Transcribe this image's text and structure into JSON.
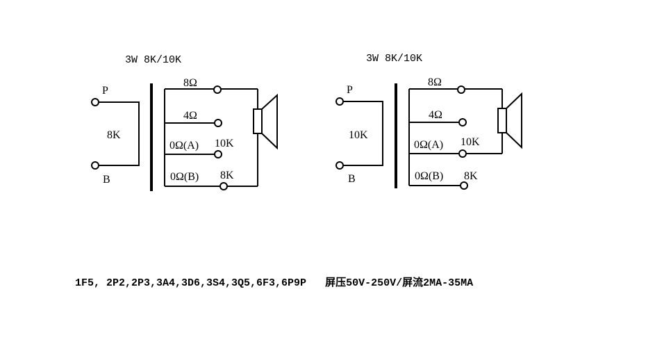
{
  "diagrams": [
    {
      "title": "3W 8K/10K",
      "primary": {
        "top_terminal": "P",
        "bottom_terminal": "B",
        "impedance": "8K"
      },
      "secondary_taps": [
        {
          "label": "8Ω",
          "note": ""
        },
        {
          "label": "4Ω",
          "note": ""
        },
        {
          "label": "0Ω(A)",
          "note": "10K"
        },
        {
          "label": "0Ω(B)",
          "note": "8K"
        }
      ],
      "speaker_connected_to": [
        "8Ω",
        "0Ω(B)"
      ]
    },
    {
      "title": "3W 8K/10K",
      "primary": {
        "top_terminal": "P",
        "bottom_terminal": "B",
        "impedance": "10K"
      },
      "secondary_taps": [
        {
          "label": "8Ω",
          "note": ""
        },
        {
          "label": "4Ω",
          "note": ""
        },
        {
          "label": "0Ω(A)",
          "note": "10K"
        },
        {
          "label": "0Ω(B)",
          "note": "8K"
        }
      ],
      "speaker_connected_to": [
        "8Ω",
        "0Ω(A)"
      ]
    }
  ],
  "footer": {
    "tubes": "1F5, 2P2,2P3,3A4,3D6,3S4,3Q5,6F3,6P9P",
    "specs": "屏压50V-250V/屏流2MA-35MA"
  }
}
